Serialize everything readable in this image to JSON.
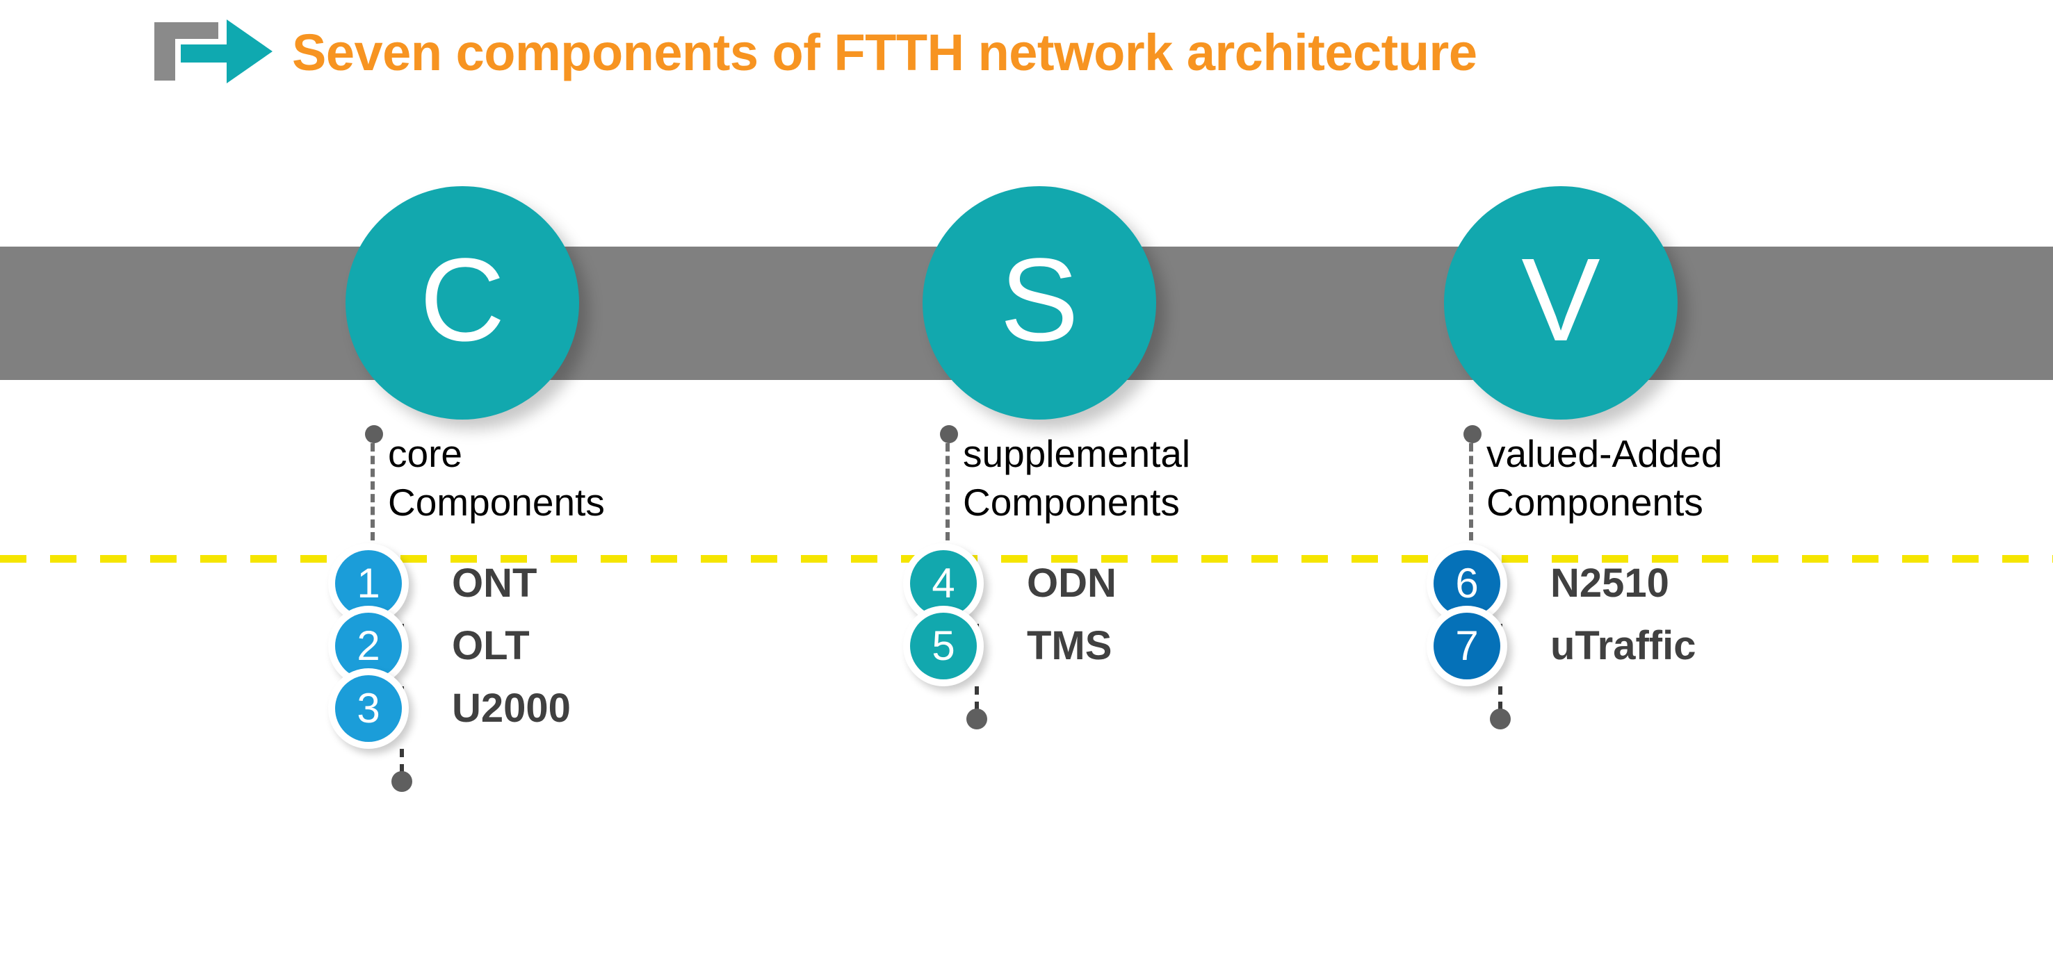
{
  "title": {
    "text": "Seven components of FTTH network architecture",
    "color": "#F79421",
    "icon": "arrow-right-bracket-icon"
  },
  "road": {
    "band_color": "#808080",
    "centerline_color": "#F5E500"
  },
  "colors": {
    "teal": "#12A8AE",
    "light_blue": "#1B9DD9",
    "dark_blue": "#0571B8",
    "label_gray": "#404040",
    "dot_gray": "#5F5F5F"
  },
  "columns": [
    {
      "badge": "C",
      "badge_color": "#12A8AE",
      "heading_line1": "core",
      "heading_line2": "Components",
      "items": [
        {
          "number": "1",
          "label": "ONT",
          "color": "#1B9DD9"
        },
        {
          "number": "2",
          "label": "OLT",
          "color": "#1B9DD9"
        },
        {
          "number": "3",
          "label": "U2000",
          "color": "#1B9DD9"
        }
      ]
    },
    {
      "badge": "S",
      "badge_color": "#12A8AE",
      "heading_line1": "supplemental",
      "heading_line2": "Components",
      "items": [
        {
          "number": "4",
          "label": "ODN",
          "color": "#12A8AE"
        },
        {
          "number": "5",
          "label": "TMS",
          "color": "#12A8AE"
        }
      ]
    },
    {
      "badge": "V",
      "badge_color": "#12A8AE",
      "heading_line1": "valued-Added",
      "heading_line2": "Components",
      "items": [
        {
          "number": "6",
          "label": "N2510",
          "color": "#0571B8"
        },
        {
          "number": "7",
          "label": "uTraffic",
          "color": "#0571B8"
        }
      ]
    }
  ]
}
